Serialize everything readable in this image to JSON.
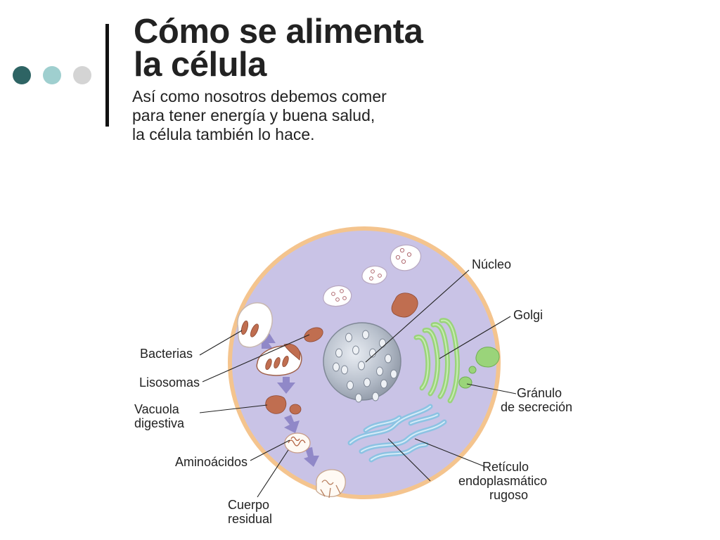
{
  "header": {
    "title_line1": "Cómo se alimenta",
    "title_line2": "la célula",
    "subtitle_line1": "Así como nosotros debemos comer",
    "subtitle_line2": "para tener energía y buena salud,",
    "subtitle_line3": "la célula también lo hace."
  },
  "colors": {
    "dot_dark": "#2e6464",
    "dot_teal": "#9fcfcf",
    "dot_grey": "#d4d4d4",
    "membrane": "#f4c48e",
    "cytoplasm": "#c9c3e6",
    "lysosome": "#c06e50",
    "golgi": "#9ad47a",
    "reticulum": "#8cc3e3",
    "nucleus": "#b8c0cc",
    "arrow": "#9088c8"
  },
  "labels": {
    "bacterias": "Bacterias",
    "lisosomas": "Lisosomas",
    "vacuola_1": "Vacuola",
    "vacuola_2": "digestiva",
    "aminoacidos": "Aminoácidos",
    "cuerpo_1": "Cuerpo",
    "cuerpo_2": "residual",
    "nucleo": "Núcleo",
    "golgi": "Golgi",
    "granulo_1": "Gránulo",
    "granulo_2": "de secreción",
    "reticulo_1": "Retículo",
    "reticulo_2": "endoplasmático",
    "reticulo_3": "rugoso"
  }
}
